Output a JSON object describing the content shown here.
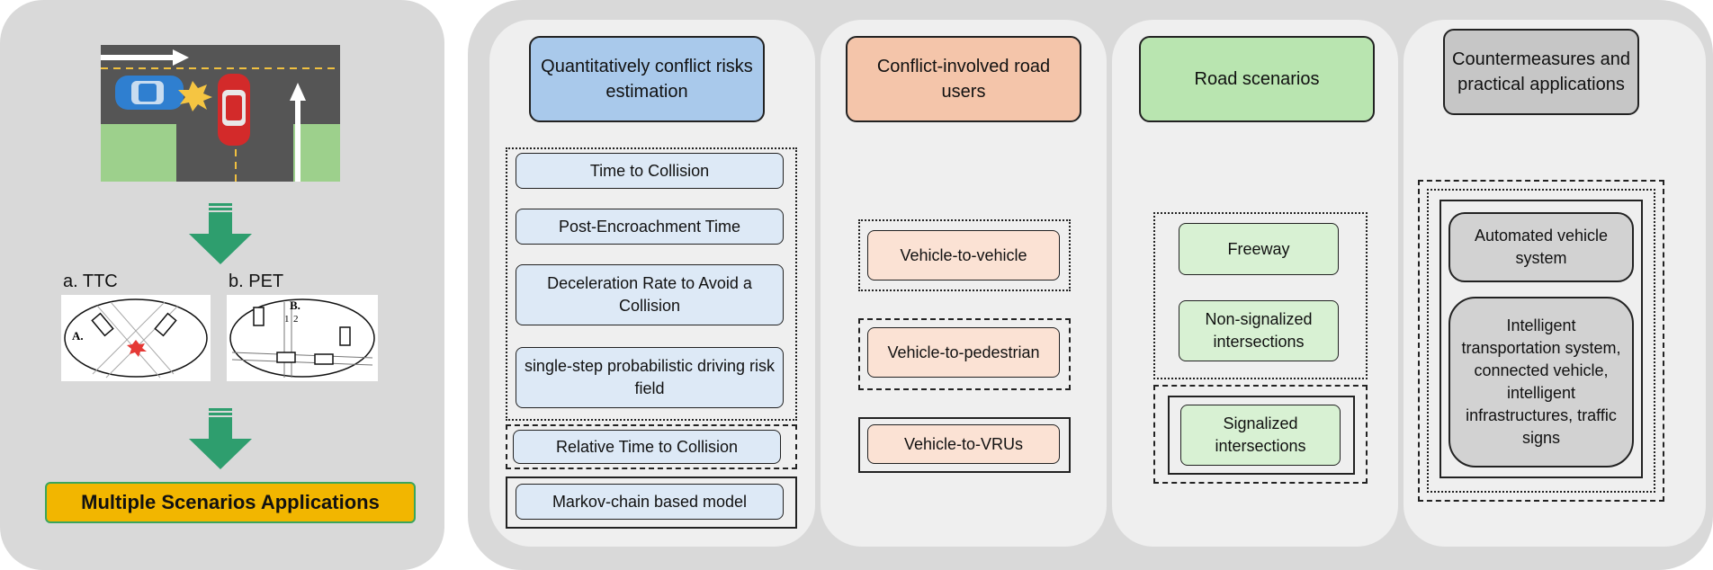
{
  "left": {
    "ttc_label": "a. TTC",
    "pet_label": "b. PET",
    "ttc_sketch_letter": "A.",
    "pet_sketch_letter": "B.",
    "pet_lane_1": "1",
    "pet_lane_2": "2",
    "bottom_box": "Multiple Scenarios Applications"
  },
  "columns": [
    {
      "header": "Quantitatively conflict risks estimation",
      "items": [
        "Time to Collision",
        "Post-Encroachment Time",
        "Deceleration Rate to Avoid a Collision",
        "single-step probabilistic driving risk field",
        "Relative Time to Collision",
        "Markov-chain based model"
      ]
    },
    {
      "header": "Conflict-involved road users",
      "items": [
        "Vehicle-to-vehicle",
        "Vehicle-to-pedestrian",
        "Vehicle-to-VRUs"
      ]
    },
    {
      "header": "Road scenarios",
      "items": [
        "Freeway",
        "Non-signalized intersections",
        "Signalized intersections"
      ]
    },
    {
      "header": "Countermeasures and practical applications",
      "items": [
        "Automated vehicle system",
        "Intelligent transportation system, connected vehicle, intelligent infrastructures, traffic signs"
      ]
    }
  ],
  "colors": {
    "panel_bg": "#d9d9d9",
    "column_bg": "#efefef",
    "header_blue": "#a9c9eb",
    "header_peach": "#f4c5aa",
    "header_green": "#b9e5b0",
    "header_grey": "#c6c6c6",
    "arrow_green": "#2e9e6e",
    "highlight_yellow": "#f2b600"
  }
}
